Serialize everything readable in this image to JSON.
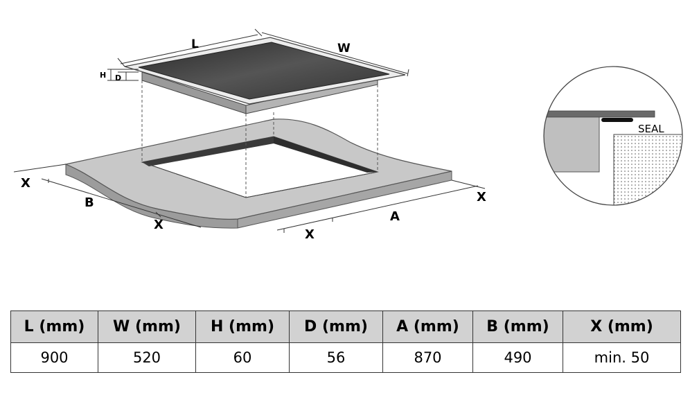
{
  "diagram": {
    "labels": {
      "L": "L",
      "W": "W",
      "H": "H",
      "D": "D",
      "A": "A",
      "B": "B",
      "X": "X",
      "seal": "SEAL"
    }
  },
  "table": {
    "headers": [
      "L (mm)",
      "W (mm)",
      "H (mm)",
      "D (mm)",
      "A (mm)",
      "B (mm)",
      "X (mm)"
    ],
    "values": [
      "900",
      "520",
      "60",
      "56",
      "870",
      "490",
      "min. 50"
    ]
  }
}
